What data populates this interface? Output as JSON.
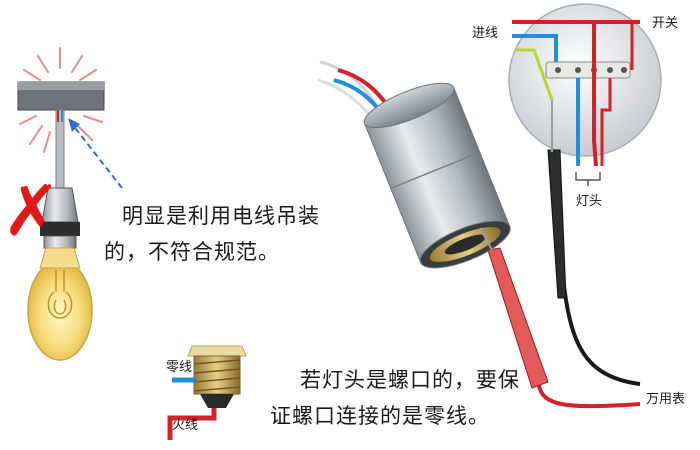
{
  "labels": {
    "incoming_line": "进线",
    "switch": "开关",
    "lamp_head": "灯头",
    "multimeter": "万用表",
    "neutral_line": "零线",
    "live_line": "火线"
  },
  "captions": {
    "hanging_line1": "明显是利用电线吊装",
    "hanging_line2": "的，不符合规范。",
    "screw_line1": "若灯头是螺口的，要保",
    "screw_line2": "证螺口连接的是零线。"
  },
  "marks": {
    "wrong": "✗"
  },
  "colors": {
    "live": "#d42027",
    "neutral": "#1e8fd8",
    "ground": "#b7d334",
    "wrong_mark": "#e01919",
    "arrow": "#2a6fd6"
  }
}
